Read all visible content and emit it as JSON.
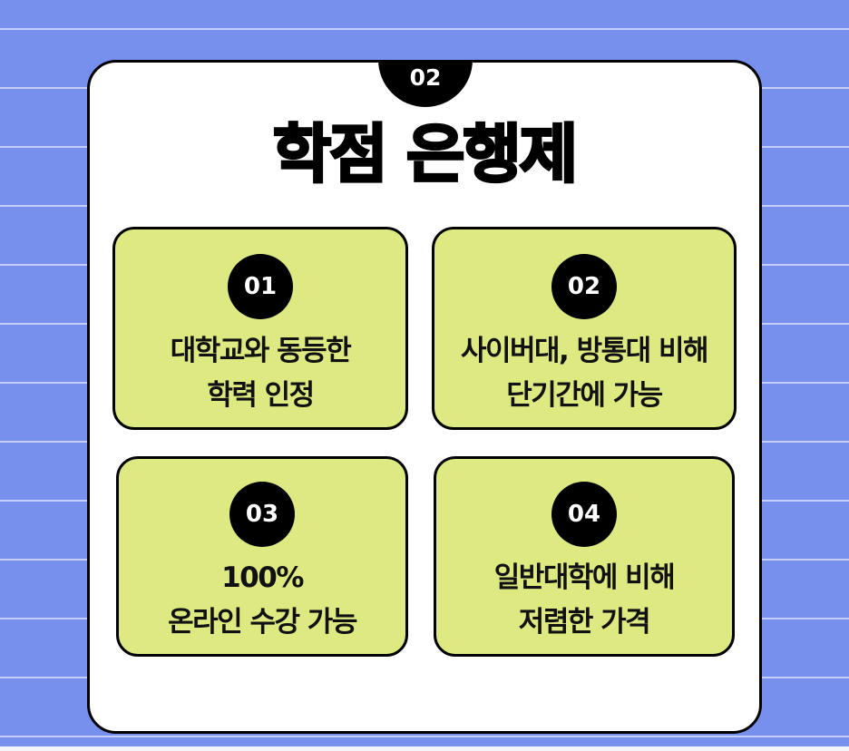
{
  "header": {
    "section_number": "02",
    "title": "학점 은행제"
  },
  "colors": {
    "background": "#7790ee",
    "stripe": "#c4cdf6",
    "card": "#ffffff",
    "box": "#dfe982",
    "badge": "#000000"
  },
  "features": [
    {
      "number": "01",
      "line1": "대학교와 동등한",
      "line2": "학력 인정"
    },
    {
      "number": "02",
      "line1": "사이버대, 방통대 비해",
      "line2": "단기간에 가능"
    },
    {
      "number": "03",
      "line1": "100%",
      "line2": "온라인 수강 가능"
    },
    {
      "number": "04",
      "line1": "일반대학에 비해",
      "line2": "저렴한 가격"
    }
  ]
}
